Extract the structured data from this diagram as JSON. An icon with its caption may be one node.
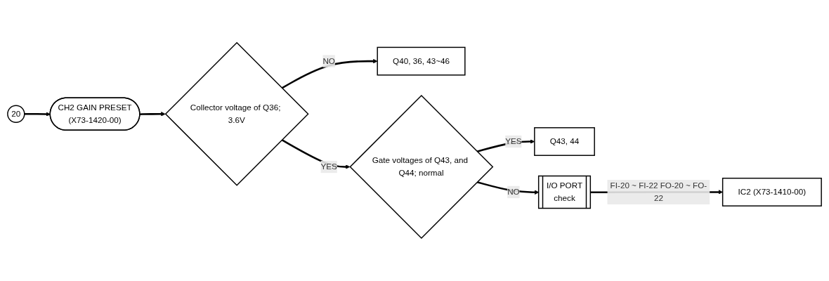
{
  "diagram": {
    "nodes": [
      {
        "text": [
          "20"
        ]
      },
      {
        "text": [
          "CH2 GAIN PRESET",
          "(X73-1420-00)"
        ]
      },
      {
        "text": [
          "Collector voltage of Q36; 3.6V"
        ]
      },
      {
        "text": [
          "Q40, 36, 43~46"
        ]
      },
      {
        "text": [
          "Gate voltages of Q43, and Q44; normal"
        ]
      },
      {
        "text": [
          "Q43, 44"
        ]
      },
      {
        "text": [
          "I/O PORT",
          "check"
        ]
      },
      {
        "text": [
          "IC2 (X73-1410-00)"
        ]
      }
    ],
    "edges": [
      {
        "from": 0,
        "to": 1,
        "arrow": "to"
      },
      {
        "from": 1,
        "to": 2,
        "arrow": "to"
      },
      {
        "from": 2,
        "to": 4,
        "label": "YES",
        "arrow": "to"
      },
      {
        "from": 2,
        "to": 3,
        "label": "NO",
        "arrow": "to"
      },
      {
        "from": 4,
        "to": 5,
        "label": "YES",
        "arrow": "to"
      },
      {
        "from": 4,
        "to": 6,
        "label": "NO",
        "arrow": "to"
      },
      {
        "from": 6,
        "to": 7,
        "label": "FI-20 ~ FI-22 FO-20 ~ FO-22",
        "arrow": "to"
      }
    ]
  }
}
